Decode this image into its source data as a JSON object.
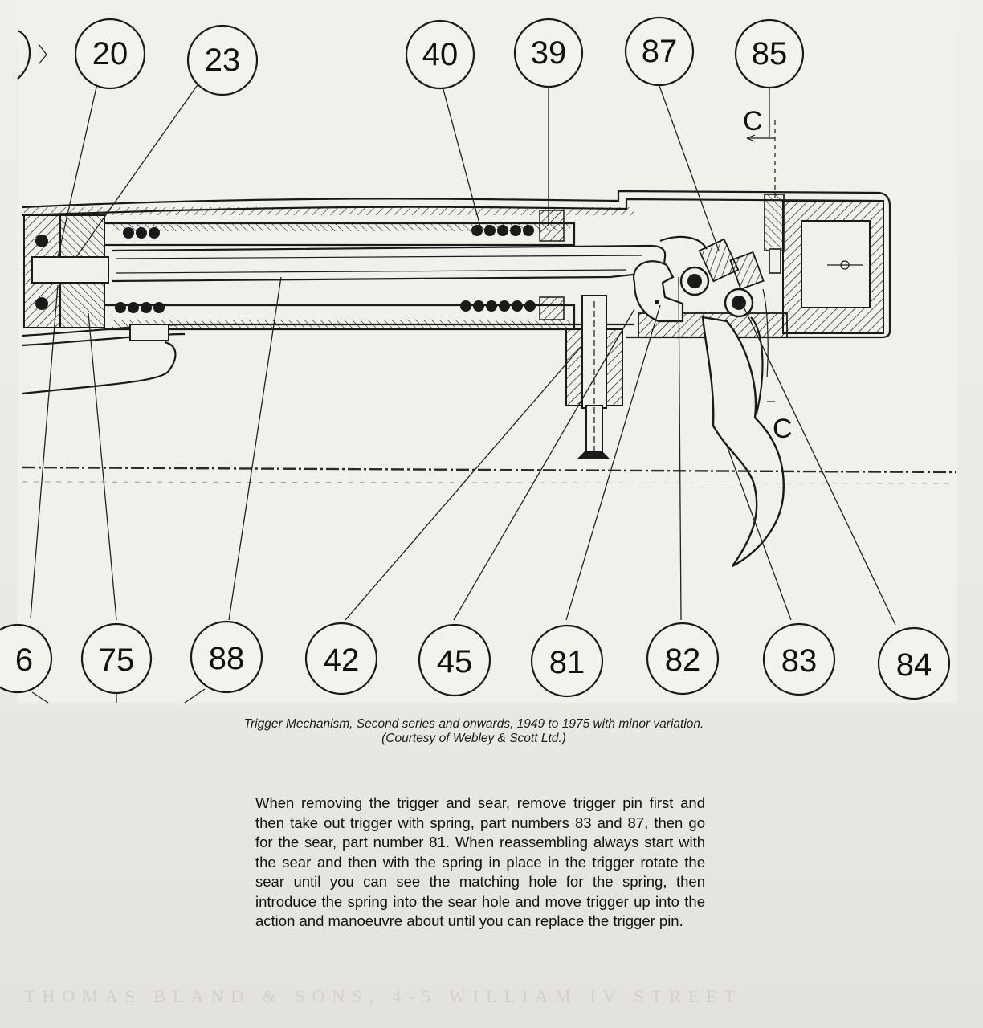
{
  "diagram": {
    "callouts_top": [
      "20",
      "23",
      "40",
      "39",
      "87",
      "85"
    ],
    "callouts_bottom": [
      "6",
      "75",
      "88",
      "42",
      "45",
      "81",
      "82",
      "83",
      "84"
    ],
    "section_marks": [
      "C",
      "C"
    ]
  },
  "caption": {
    "line1": "Trigger Mechanism, Second series and onwards, 1949 to 1975 with minor variation.",
    "line2": "(Courtesy of Webley & Scott Ltd.)"
  },
  "body_text": "When removing the trigger and sear, remove trigger pin first and then take out trigger with spring, part numbers 83 and 87, then go for the sear, part number 81. When reassembling always start with the sear and then with the spring in place in the trigger rotate the sear until you can see the matching hole for the spring, then introduce the spring into the sear hole and move trigger up into the action and manoeuvre about until you can replace the trigger pin.",
  "footer_faint": "THOMAS BLAND & SONS, 4-5 WILLIAM IV STREET"
}
